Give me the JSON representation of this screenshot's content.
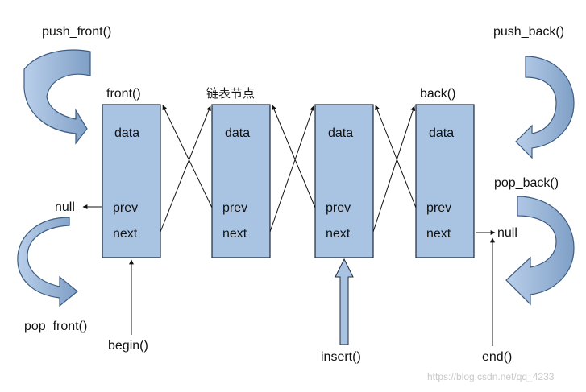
{
  "nodes": [
    {
      "data": "data",
      "prev": "prev",
      "next": "next"
    },
    {
      "data": "data",
      "prev": "prev",
      "next": "next"
    },
    {
      "data": "data",
      "prev": "prev",
      "next": "next"
    },
    {
      "data": "data",
      "prev": "prev",
      "next": "next"
    }
  ],
  "labels": {
    "push_front": "push_front()",
    "pop_front": "pop_front()",
    "push_back": "push_back()",
    "pop_back": "pop_back()",
    "front": "front()",
    "back": "back()",
    "node_caption": "链表节点",
    "null_left": "null",
    "null_right": "null",
    "begin": "begin()",
    "insert": "insert()",
    "end": "end()"
  },
  "watermark": "https://blog.csdn.net/qq_4233",
  "colors": {
    "node_fill": "#a9c4e3",
    "curved_arrow_fill": "#9ab8dc",
    "insert_arrow_fill": "#a9c4e3",
    "line": "#111111"
  }
}
